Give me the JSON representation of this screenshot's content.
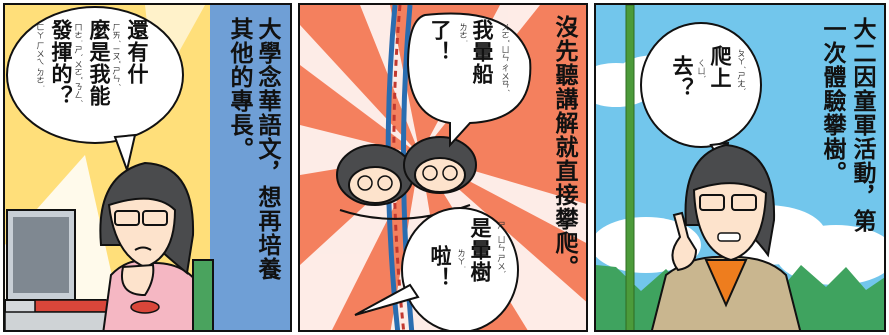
{
  "panels": [
    {
      "caption": [
        "大學念華語文，想再培養",
        "其他的專長。"
      ],
      "speech": [
        "還有什",
        "麼是我能",
        "發揮的？"
      ],
      "zhuyin": [
        "ㄏㄞˊ ㄧㄡˇ ㄕㄣˊ",
        "ㄇㄜ˙ ㄕˋ ㄨㄛˇ ㄋㄥˊ",
        "ㄈㄚ ㄏㄨㄟ ㄉㄜ˙"
      ]
    },
    {
      "caption": [
        "沒先聽講解就直接攀爬。"
      ],
      "speech_top": [
        "我暈船",
        "了！"
      ],
      "zhuyin_top": [
        "ㄨㄛˇ ㄩㄣ ㄔㄨㄢˊ",
        "ㄌㄜ˙"
      ],
      "speech_bottom": [
        "是暈樹",
        "啦！"
      ],
      "zhuyin_bottom": [
        "ㄕˋ ㄩㄣ ㄕㄨˋ",
        "ㄌㄚ˙"
      ]
    },
    {
      "caption": [
        "大二因童軍活動，第",
        "一次體驗攀樹。"
      ],
      "speech": [
        "爬上",
        "去？"
      ],
      "zhuyin": [
        "ㄆㄚˊ ㄕㄤˋ",
        "ㄑㄩˋ"
      ]
    }
  ],
  "colors": {
    "outline": "#111111",
    "panel1_bg": "#ffdf7a",
    "panel1_board": "#6f9fd6",
    "panel2_bg": "#f4805e",
    "panel3_sky": "#72c6ec",
    "panel3_grass": "#3fa35f",
    "shirt_pink": "#f5b7c3",
    "shirt_tan": "#c9b68f",
    "scarf": "#ee7d1e"
  }
}
